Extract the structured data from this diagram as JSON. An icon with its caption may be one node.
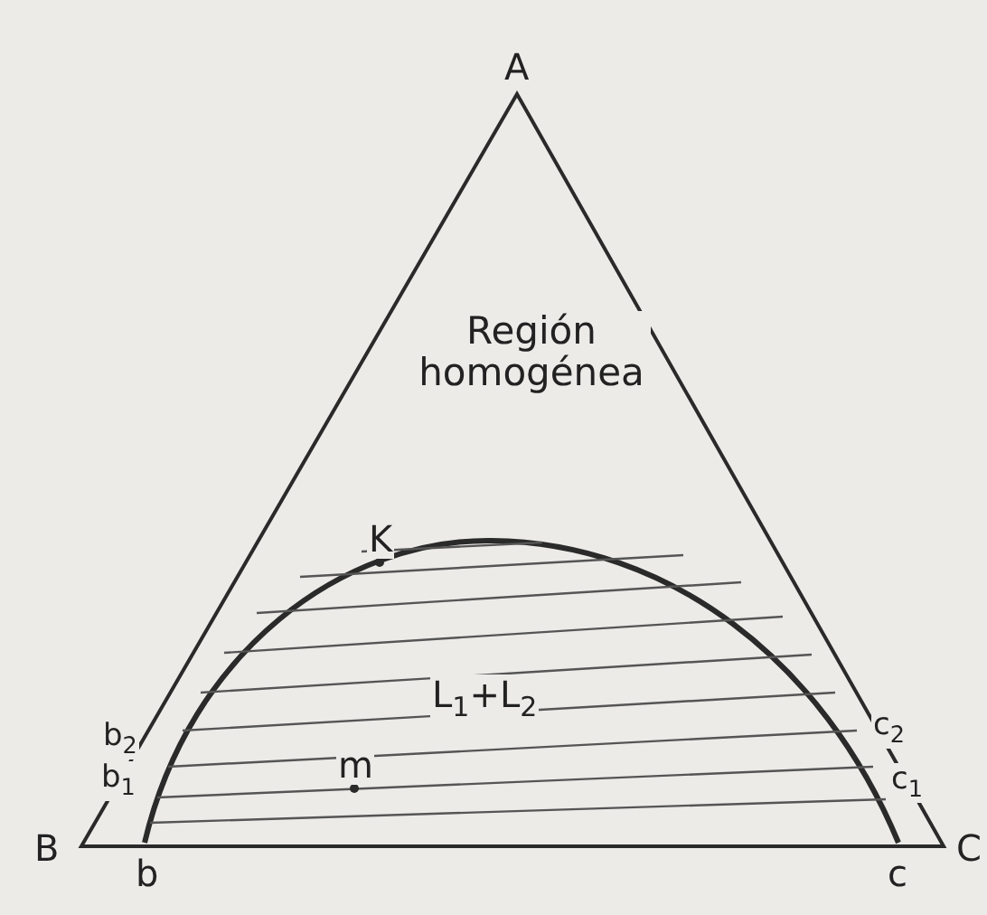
{
  "diagram": {
    "labels": [
      "A",
      "Región homogénea",
      "K",
      "L$_{1}$+L$_{2}$",
      "c$_{2}$",
      "m",
      "c$_{1}$",
      "b$_{2}$",
      "b$_{1}$",
      "B",
      "C",
      "b",
      "c"
    ]
  }
}
